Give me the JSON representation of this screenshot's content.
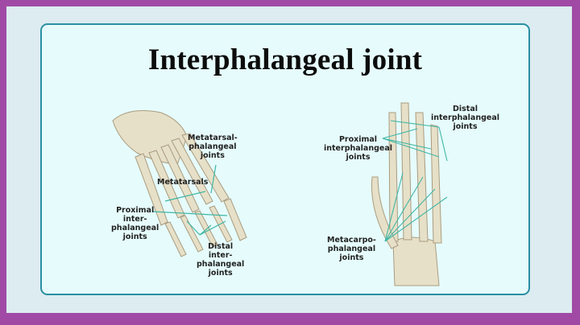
{
  "slide": {
    "title": "Interphalangeal joint",
    "colors": {
      "outer_border": "#a04aa6",
      "frame": "#dcecf0",
      "panel_bg": "#e6fbfb",
      "panel_border": "#2a8fa3",
      "leader_lines": "#3fb7a5",
      "bone": "#e6dfc9"
    }
  },
  "foot_figure": {
    "labels": [
      {
        "text": "Metatarsal-\nphalangeal\njoints"
      },
      {
        "text": "Metatarsals"
      },
      {
        "text": "Proximal\ninter-\nphalangeal\njoints"
      },
      {
        "text": "Distal\ninter-\nphalangeal\njoints"
      }
    ]
  },
  "hand_figure": {
    "labels": [
      {
        "text": "Distal\ninterphalangeal\njoints"
      },
      {
        "text": "Proximal\ninterphalangeal\njoints"
      },
      {
        "text": "Metacarpo-\nphalangeal\njoints"
      }
    ]
  }
}
